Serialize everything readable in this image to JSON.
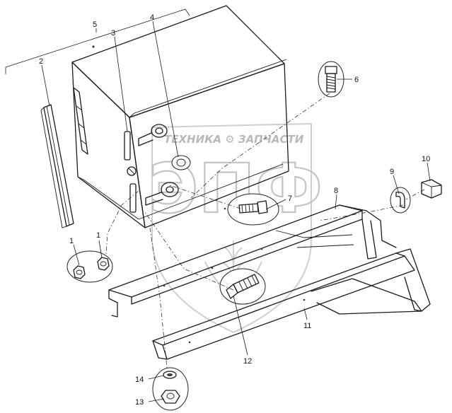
{
  "watermark": {
    "brand_line": "ТЕХНИКА ⚙ ЗАПЧАСТИ",
    "logo_letters": "ЭПФ"
  },
  "callouts": [
    {
      "id": "c1a",
      "text": "1"
    },
    {
      "id": "c1b",
      "text": "1"
    },
    {
      "id": "c2",
      "text": "2"
    },
    {
      "id": "c3",
      "text": "3"
    },
    {
      "id": "c4",
      "text": "4"
    },
    {
      "id": "c5",
      "text": "5"
    },
    {
      "id": "c6",
      "text": "6"
    },
    {
      "id": "c7",
      "text": "7"
    },
    {
      "id": "c8",
      "text": "8"
    },
    {
      "id": "c9",
      "text": "9"
    },
    {
      "id": "c10",
      "text": "10"
    },
    {
      "id": "c11",
      "text": "11"
    },
    {
      "id": "c12",
      "text": "12"
    },
    {
      "id": "c13",
      "text": "13"
    },
    {
      "id": "c14",
      "text": "14"
    }
  ],
  "colors": {
    "line": "#1a1a1a",
    "watermark": "#c4c4c4"
  }
}
